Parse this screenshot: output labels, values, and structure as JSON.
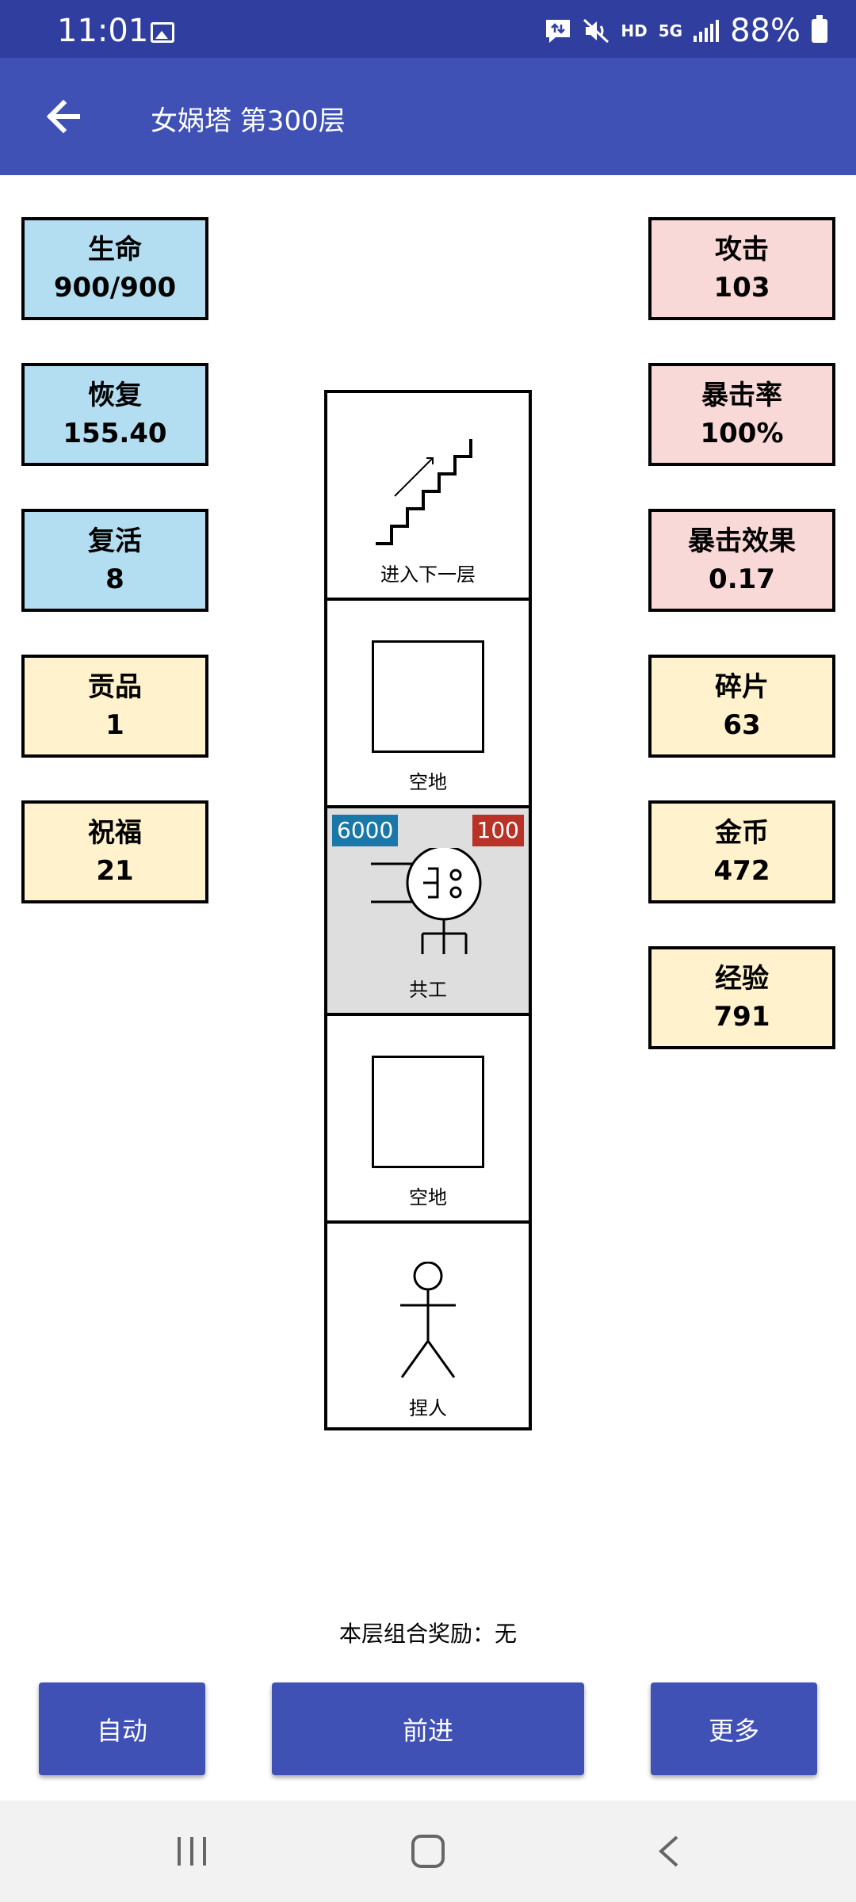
{
  "status_bar": {
    "time": "11:01",
    "hd": "HD",
    "net": "5G",
    "battery": "88%"
  },
  "app_bar": {
    "title": "女娲塔 第300层",
    "back_icon": "arrow-left-icon"
  },
  "stats_left": [
    {
      "label": "生命",
      "value": "900/900",
      "color": "#b3def1"
    },
    {
      "label": "恢复",
      "value": "155.40",
      "color": "#b3def1"
    },
    {
      "label": "复活",
      "value": "8",
      "color": "#b3def1"
    },
    {
      "label": "贡品",
      "value": "1",
      "color": "#fff2cc"
    },
    {
      "label": "祝福",
      "value": "21",
      "color": "#fff2cc"
    }
  ],
  "stats_right": [
    {
      "label": "攻击",
      "value": "103",
      "color": "#f9d9d7"
    },
    {
      "label": "暴击率",
      "value": "100%",
      "color": "#f9d9d7"
    },
    {
      "label": "暴击效果",
      "value": "0.17",
      "color": "#f9d9d7"
    },
    {
      "label": "碎片",
      "value": "63",
      "color": "#fff2cc"
    },
    {
      "label": "金币",
      "value": "472",
      "color": "#fff2cc"
    },
    {
      "label": "经验",
      "value": "791",
      "color": "#fff2cc"
    }
  ],
  "tower": {
    "cells": [
      {
        "label": "进入下一层",
        "icon": "stairs-up-icon"
      },
      {
        "label": "空地",
        "icon": "empty-square-icon"
      },
      {
        "label": "共工",
        "icon": "monster-icon",
        "hp": "6000",
        "atk": "100",
        "hp_color": "#1978a8",
        "atk_color": "#b83228"
      },
      {
        "label": "空地",
        "icon": "empty-square-icon"
      },
      {
        "label": "捏人",
        "icon": "stick-figure-icon"
      }
    ]
  },
  "reward": "本层组合奖励：无",
  "buttons": {
    "auto": "自动",
    "forward": "前进",
    "more": "更多"
  },
  "nav": {
    "recents_icon": "recents-icon",
    "home_icon": "home-icon",
    "back_icon": "back-chevron-icon"
  },
  "colors": {
    "status_bar": "#303f9f",
    "app_bar": "#3f51b5",
    "button": "#3f51b5"
  }
}
